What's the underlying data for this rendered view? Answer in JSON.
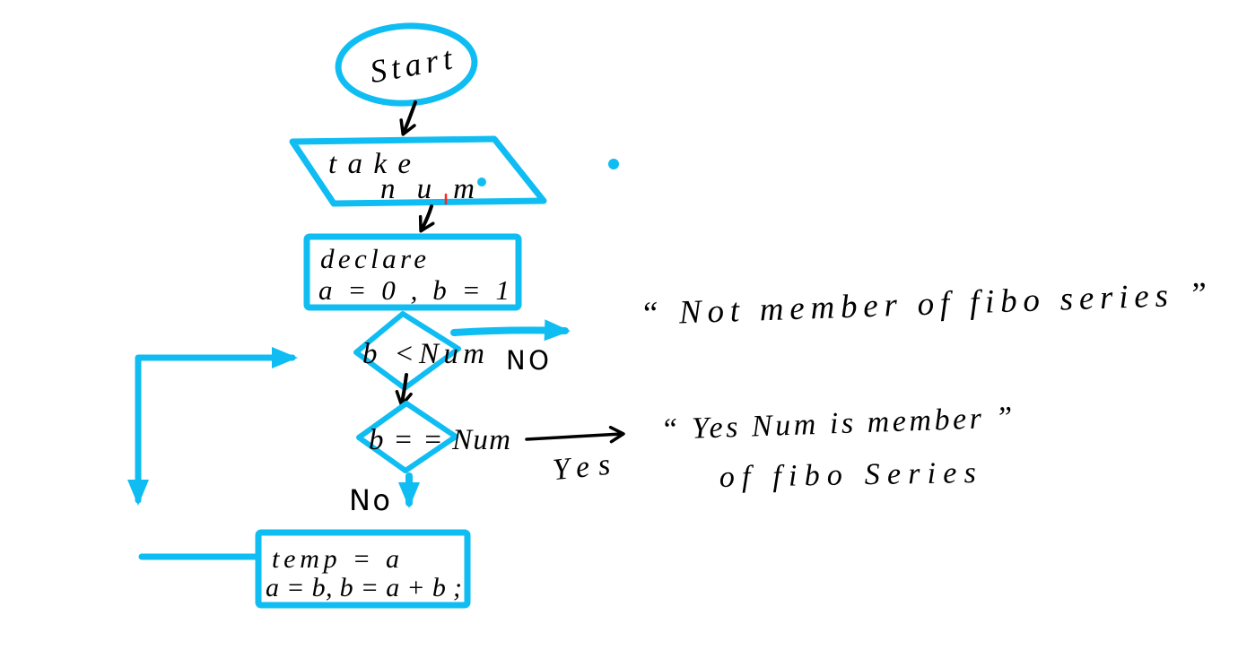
{
  "palette": {
    "marker_cyan": "#10bdf2",
    "ink_black": "#000000",
    "stray_red": "#ff2222"
  },
  "flowchart": {
    "start": {
      "label": "Start"
    },
    "input": {
      "line1": "take",
      "line2": "num"
    },
    "declare": {
      "line1": "declare",
      "line2": "a = 0 ,  b = 1"
    },
    "decision_less": {
      "condition": "b <Num",
      "branch_no": "NO"
    },
    "decision_equal": {
      "condition": "b = = Num",
      "branch_yes": "Yes",
      "branch_no": "No"
    },
    "update": {
      "line1": "temp = a",
      "line2": "a = b,  b = a + b ;"
    }
  },
  "annotations": {
    "not_member": "“ Not  member of fibo series ”",
    "member_line1": "“ Yes  Num is member ”",
    "member_line2": "of fibo Series"
  }
}
